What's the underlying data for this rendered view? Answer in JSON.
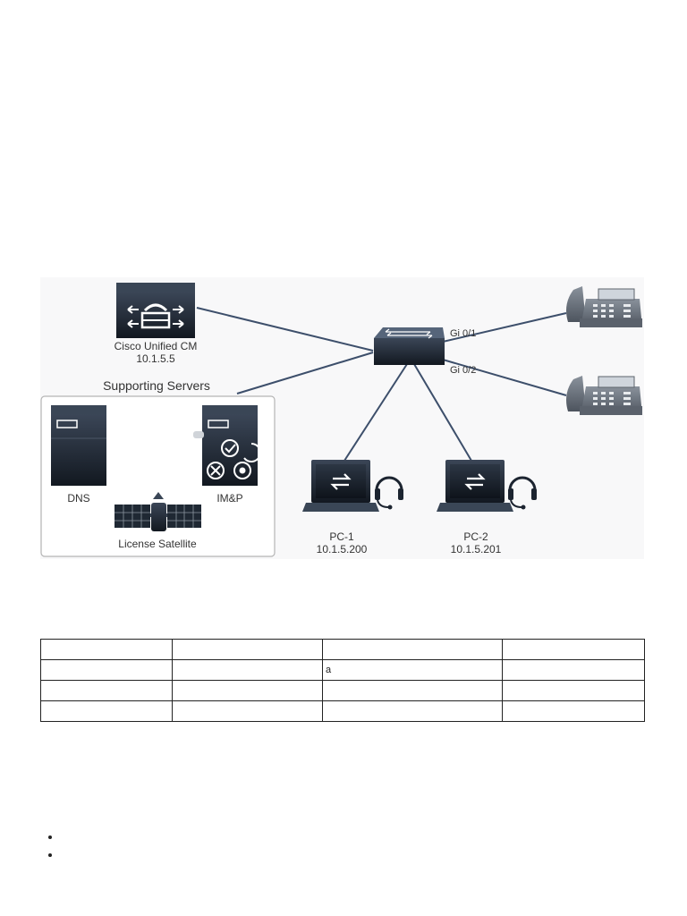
{
  "diagram": {
    "cucm": {
      "name": "Cisco Unified CM",
      "ip": "10.1.5.5"
    },
    "switch": {
      "port1": "Gi 0/1",
      "port2": "Gi 0/2"
    },
    "supporting_servers": {
      "title": "Supporting Servers",
      "dns": "DNS",
      "imp": "IM&P",
      "license": "License Satellite"
    },
    "pc1": {
      "name": "PC-1",
      "ip": "10.1.5.200"
    },
    "pc2": {
      "name": "PC-2",
      "ip": "10.1.5.201"
    },
    "colors": {
      "device_dark": "#1c2430",
      "device_top": "#3a4656",
      "link": "#3d4f6b",
      "panel_border": "#b5b5b5",
      "phone_body": "#6d7580"
    },
    "icons": [
      "call-manager-icon",
      "switch-icon",
      "ip-phone-icon",
      "server-icon",
      "imp-server-icon",
      "satellite-icon",
      "laptop-icon",
      "headset-icon"
    ]
  },
  "addressing_table": {
    "rows": [
      [
        "",
        "",
        "",
        ""
      ],
      [
        "",
        "",
        "a",
        ""
      ],
      [
        "",
        "",
        "",
        ""
      ],
      [
        "",
        "",
        "",
        ""
      ]
    ]
  },
  "notes": [
    "",
    ""
  ]
}
